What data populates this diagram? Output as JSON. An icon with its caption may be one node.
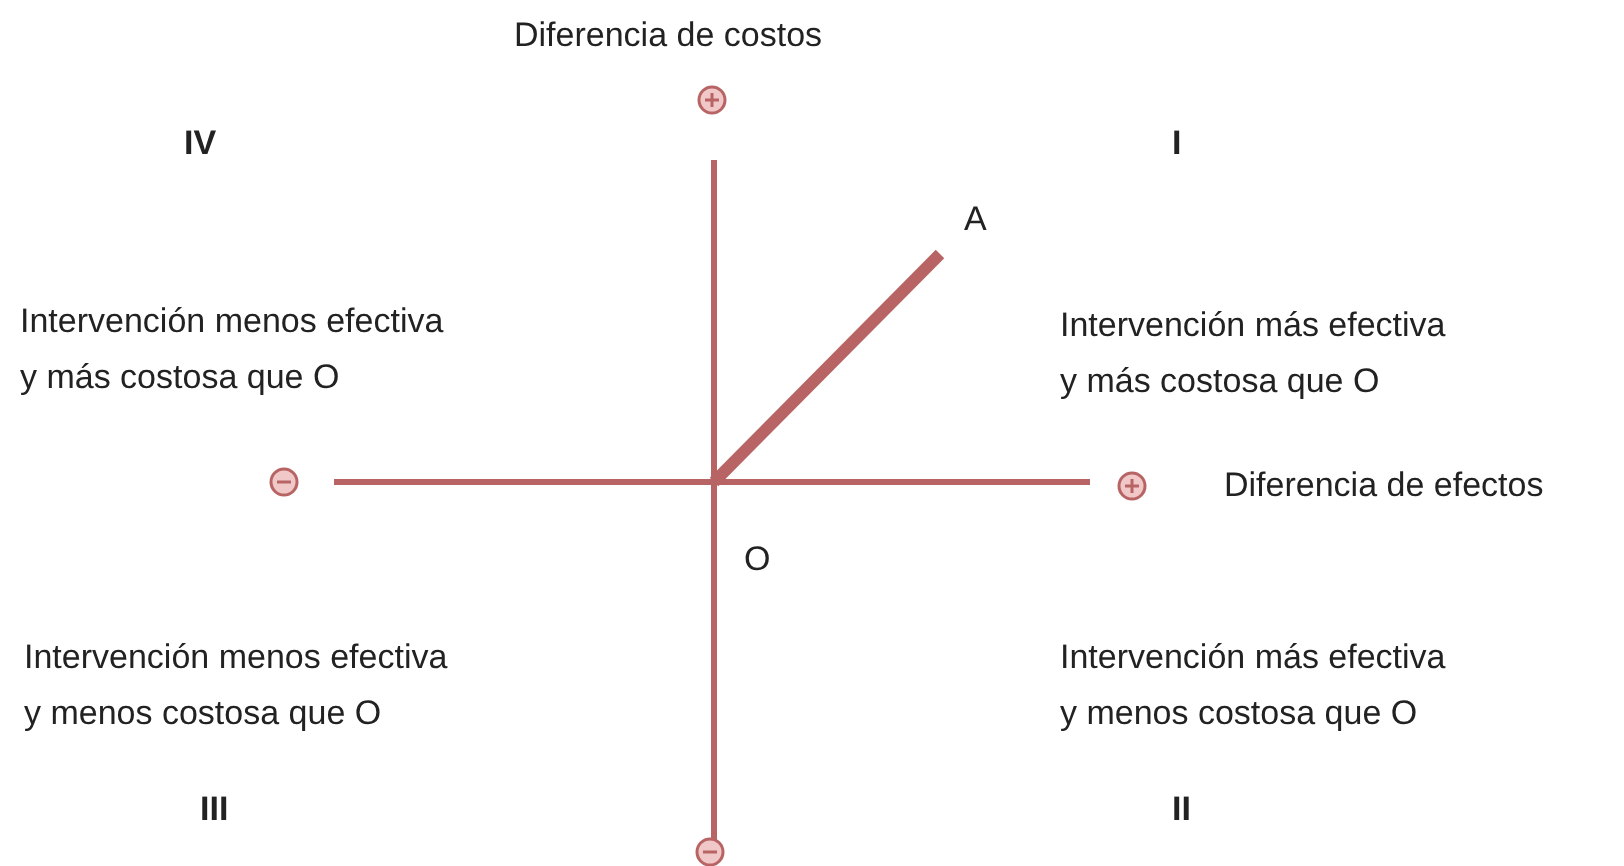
{
  "diagram": {
    "nodes": [
      {
        "text": [
          "O"
        ]
      },
      {
        "text": [
          "A"
        ]
      }
    ],
    "edges": [
      {
        "from": 0,
        "to": 1,
        "arrow": "none"
      }
    ],
    "labels": [
      "Diferencia de costos",
      "IV",
      "I",
      "Intervención menos efectiva y más costosa que O",
      "Intervención más efectiva y más costosa que O",
      "Diferencia de efectos",
      "Intervención menos efectiva y menos costosa que O",
      "Intervención más efectiva y menos costosa que O",
      "III",
      "II"
    ]
  }
}
